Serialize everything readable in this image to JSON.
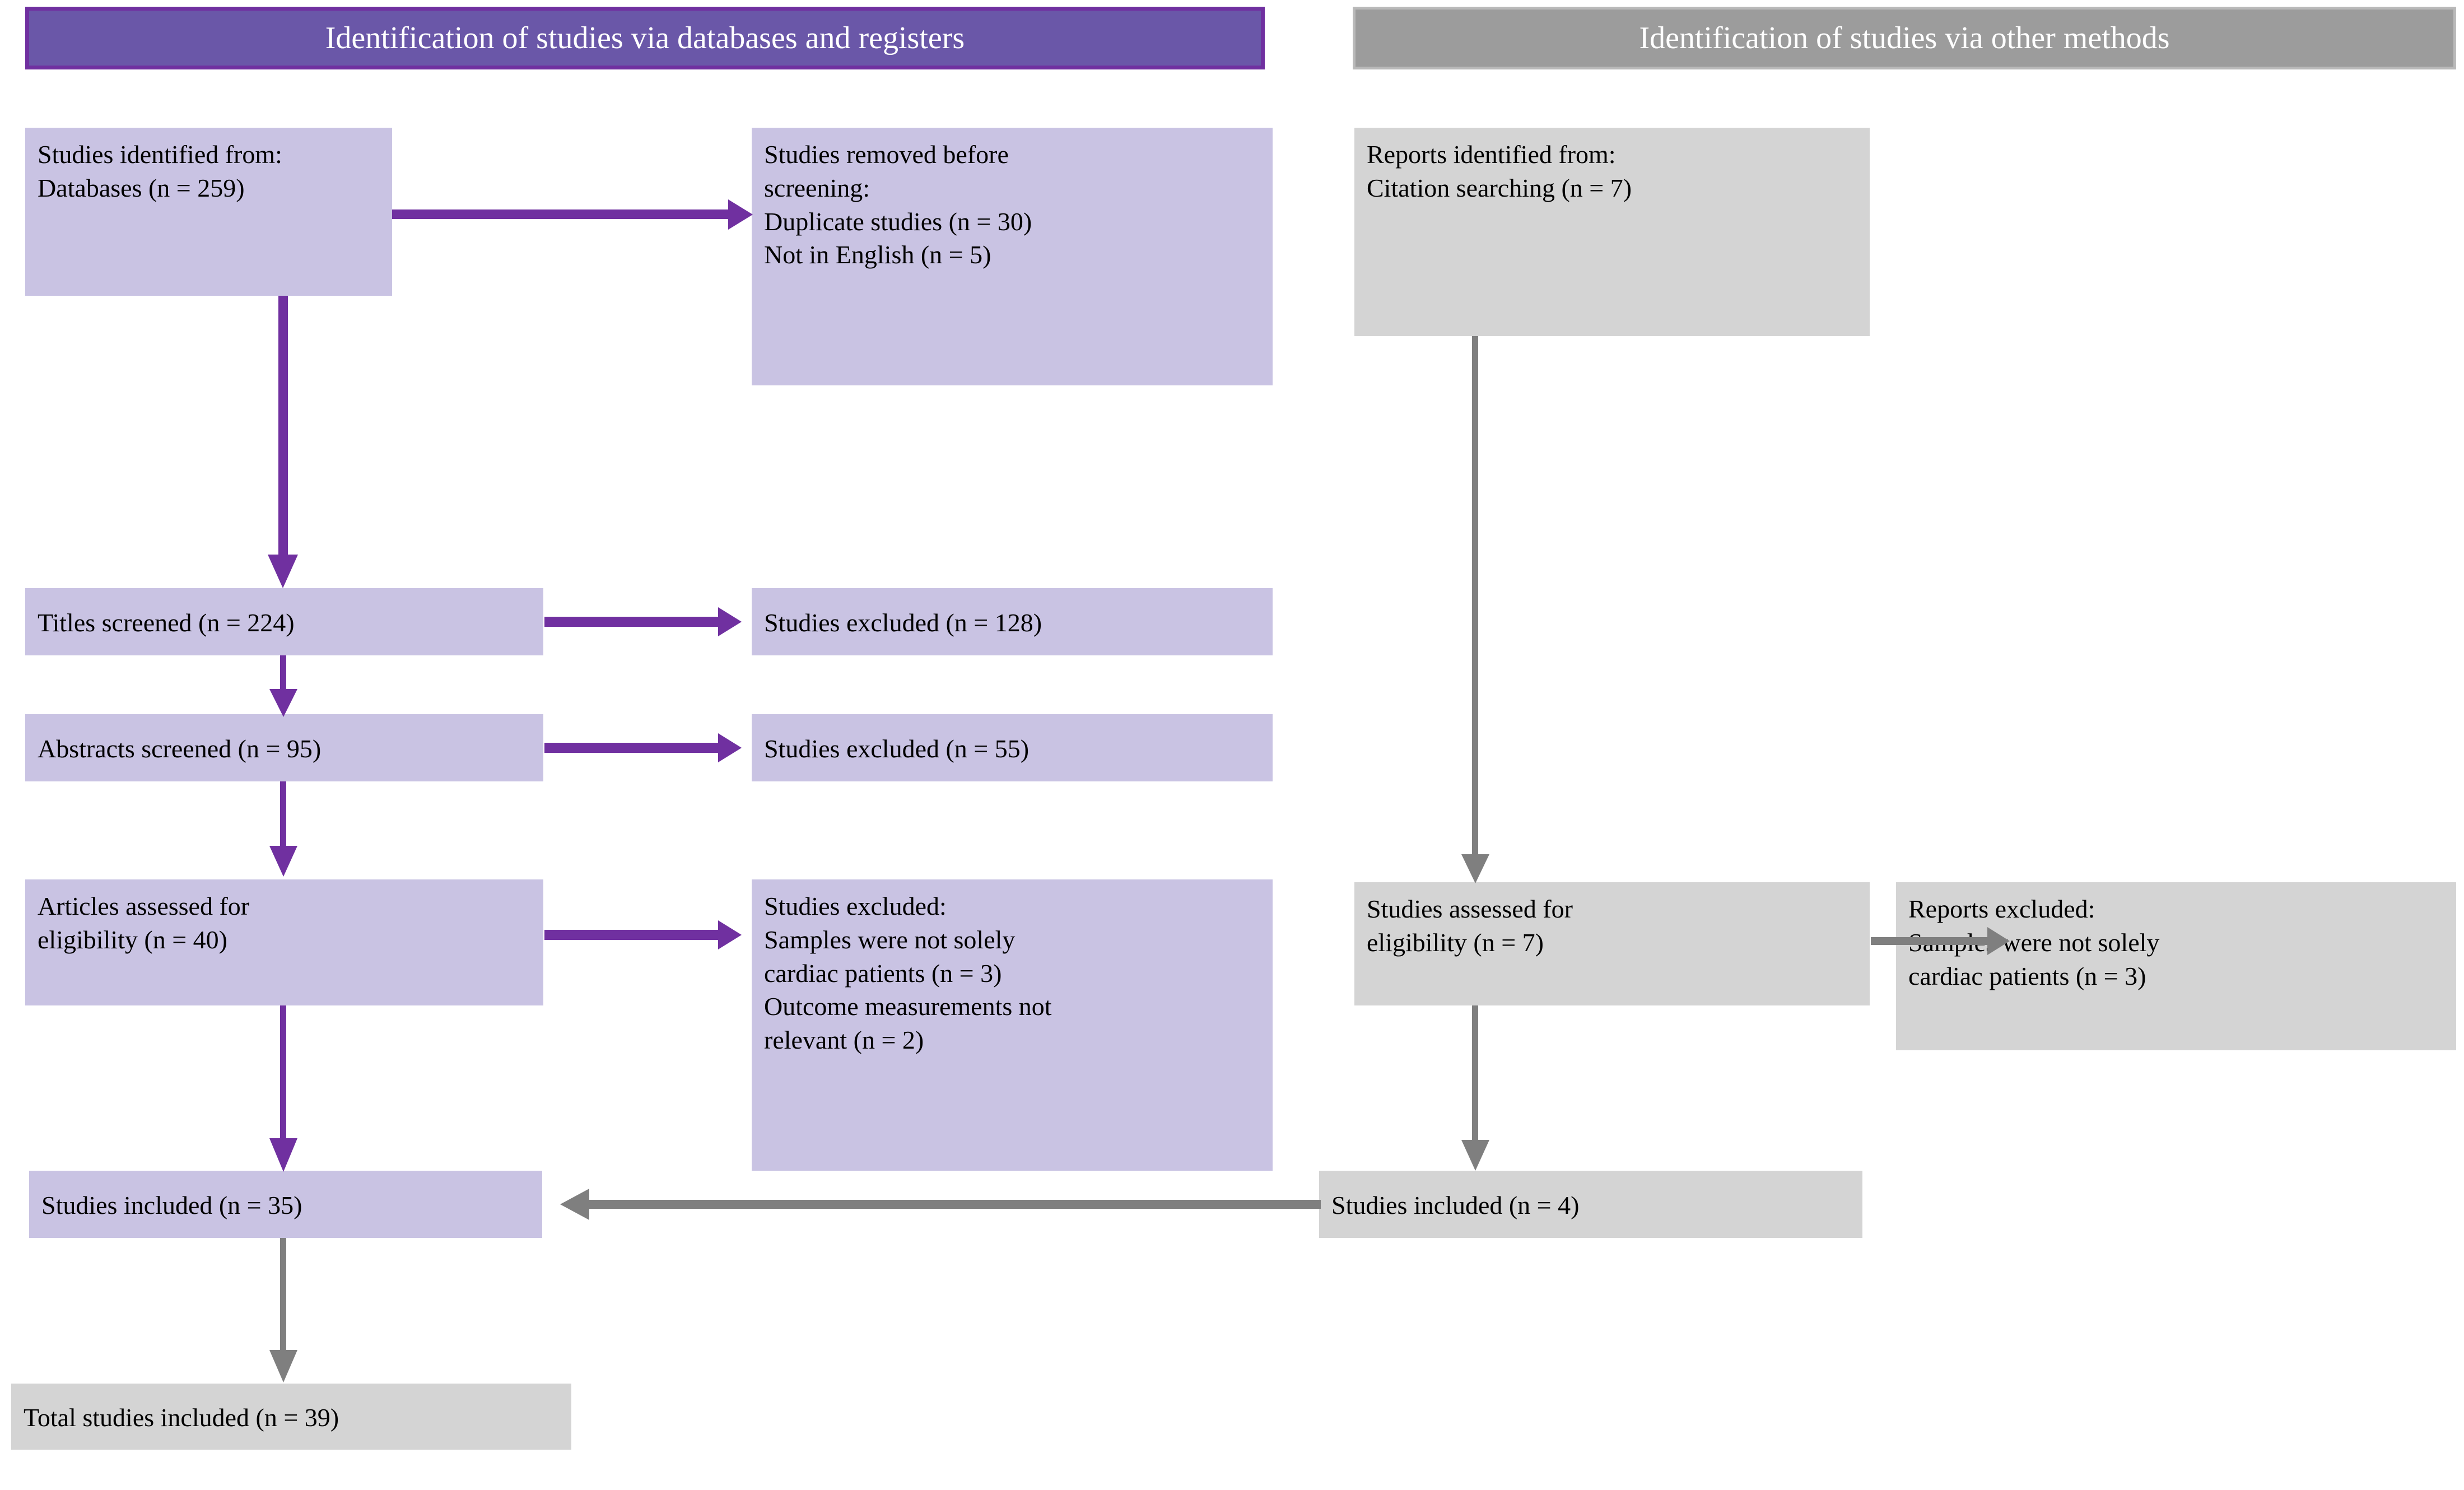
{
  "diagram": {
    "type": "prisma-flow-diagram",
    "colors": {
      "purple_header_fill": "#6a57a8",
      "purple_header_border": "#7030a0",
      "purple_box_fill": "#c9c3e3",
      "purple_arrow": "#7030a0",
      "gray_header_fill": "#9c9c9c",
      "gray_box_fill": "#d4d4d4",
      "gray_arrow": "#7f7f7f",
      "text": "#000000",
      "header_text": "#ffffff",
      "background": "#ffffff"
    },
    "headers": {
      "left": "Identification of studies via databases and registers",
      "right": "Identification of studies via other methods"
    },
    "left_column": {
      "identified": "Studies identified from:\n  Databases (n = 259)",
      "removed": "Studies removed before\nscreening:\n  Duplicate studies (n = 30)\n  Not in English (n = 5)",
      "titles_screened": "Titles  screened (n = 224)",
      "titles_excluded": "Studies excluded (n = 128)",
      "abstracts_screened": "Abstracts screened (n = 95)",
      "abstracts_excluded": "Studies excluded (n = 55)",
      "assessed": "Articles  assessed for\neligibility  (n = 40)",
      "assessed_excluded": "Studies excluded:\n  Samples were not solely\ncardiac patients (n = 3)\n  Outcome measurements not\nrelevant (n = 2)",
      "included": "Studies included (n = 35)"
    },
    "right_column": {
      "identified": "Reports identified from:\nCitation searching (n = 7)",
      "assessed": "Studies assessed for\neligibility  (n = 7)",
      "assessed_excluded": "Reports excluded:\n  Samples were not solely\ncardiac patients (n = 3)",
      "included": "Studies included (n = 4)"
    },
    "total": "Total studies included (n = 39)",
    "counts": {
      "databases_identified": 259,
      "duplicate_studies_removed": 30,
      "not_in_english_removed": 5,
      "titles_screened": 224,
      "titles_excluded": 128,
      "abstracts_screened": 95,
      "abstracts_excluded": 55,
      "articles_assessed": 40,
      "excluded_not_solely_cardiac": 3,
      "excluded_outcome_not_relevant": 2,
      "studies_included_databases": 35,
      "citation_searching_identified": 7,
      "other_assessed": 7,
      "other_excluded_not_solely_cardiac": 3,
      "studies_included_other": 4,
      "total_studies_included": 39
    }
  }
}
